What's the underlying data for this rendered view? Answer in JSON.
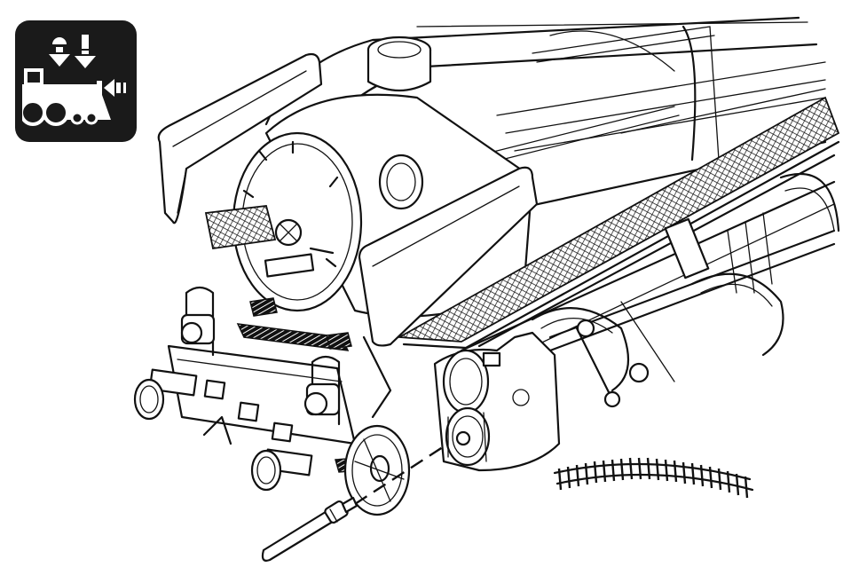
{
  "icon": {
    "name": "locomotive-service-icon",
    "background": "#1a1a1a",
    "foreground": "#ffffff"
  },
  "drawing": {
    "subject": "steam-locomotive-front",
    "line_color": "#111111",
    "mesh_color": "#111111"
  },
  "parts": [
    "smokebox",
    "smokebox-door",
    "chimney",
    "smoke-deflector-left",
    "smoke-deflector-right",
    "running-board",
    "buffer-beam",
    "buffer-left",
    "buffer-right",
    "headlamp-left",
    "headlamp-right",
    "leading-wheel",
    "driving-wheels",
    "gearbox-cover",
    "axle-tool",
    "track-piece"
  ]
}
